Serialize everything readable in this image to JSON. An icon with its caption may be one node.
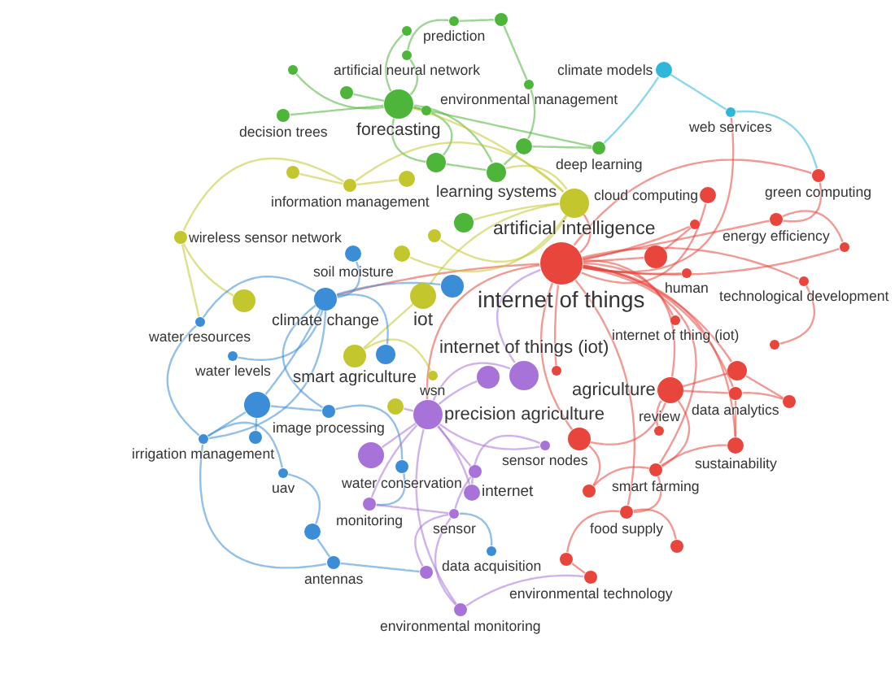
{
  "diagram": {
    "nodes": [
      {
        "text": [],
        "shape": "circle"
      },
      {
        "text": [],
        "shape": "circle"
      },
      {
        "text": [
          "prediction"
        ]
      },
      {
        "text": [],
        "shape": "circle"
      },
      {
        "text": [
          "artificial neural network"
        ]
      },
      {
        "text": [
          "climate models"
        ]
      },
      {
        "text": [],
        "shape": "circle"
      },
      {
        "text": [],
        "shape": "circle"
      },
      {
        "text": [
          "environmental management"
        ]
      },
      {
        "text": [
          "web services"
        ]
      },
      {
        "text": [
          "decision trees"
        ]
      },
      {
        "text": [
          "forecasting"
        ]
      },
      {
        "text": [],
        "shape": "circle"
      },
      {
        "text": [
          "deep learning"
        ]
      },
      {
        "text": [],
        "shape": "circle"
      },
      {
        "text": [],
        "shape": "circle"
      },
      {
        "text": [
          "learning systems"
        ]
      },
      {
        "text": [
          "cloud computing"
        ]
      },
      {
        "text": [
          "green computing"
        ]
      },
      {
        "text": [],
        "shape": "circle"
      },
      {
        "text": [
          "information management"
        ]
      },
      {
        "text": [],
        "shape": "circle"
      },
      {
        "text": [],
        "shape": "circle"
      },
      {
        "text": [
          "artificial intelligence"
        ]
      },
      {
        "text": [
          "energy efficiency"
        ]
      },
      {
        "text": [
          "wireless sensor network"
        ]
      },
      {
        "text": [],
        "shape": "circle"
      },
      {
        "text": [],
        "shape": "circle"
      },
      {
        "text": [],
        "shape": "circle"
      },
      {
        "text": [],
        "shape": "circle"
      },
      {
        "text": [
          "soil moisture"
        ]
      },
      {
        "text": [
          "internet of things"
        ]
      },
      {
        "text": [
          "human"
        ]
      },
      {
        "text": [],
        "shape": "circle"
      },
      {
        "text": [
          "technological development"
        ]
      },
      {
        "text": [],
        "shape": "circle"
      },
      {
        "text": [
          "climate change"
        ]
      },
      {
        "text": [
          "iot"
        ]
      },
      {
        "text": [],
        "shape": "circle"
      },
      {
        "text": [
          "internet of thing (iot)"
        ]
      },
      {
        "text": [
          "water resources"
        ]
      },
      {
        "text": [],
        "shape": "circle"
      },
      {
        "text": [
          "internet of things (iot)"
        ]
      },
      {
        "text": [],
        "shape": "circle"
      },
      {
        "text": [],
        "shape": "circle"
      },
      {
        "text": [],
        "shape": "circle"
      },
      {
        "text": [
          "water levels"
        ]
      },
      {
        "text": [
          "smart agriculture"
        ]
      },
      {
        "text": [
          "wsn"
        ]
      },
      {
        "text": [
          "agriculture"
        ]
      },
      {
        "text": [],
        "shape": "circle"
      },
      {
        "text": [],
        "shape": "circle"
      },
      {
        "text": [],
        "shape": "circle"
      },
      {
        "text": [
          "data analytics"
        ]
      },
      {
        "text": [
          "precision agriculture"
        ]
      },
      {
        "text": [
          "review"
        ]
      },
      {
        "text": [
          "image processing"
        ]
      },
      {
        "text": [],
        "shape": "circle"
      },
      {
        "text": [],
        "shape": "circle"
      },
      {
        "text": [],
        "shape": "circle"
      },
      {
        "text": [
          "irrigation management"
        ]
      },
      {
        "text": [
          "sensor nodes"
        ]
      },
      {
        "text": [
          "sustainability"
        ]
      },
      {
        "text": [],
        "shape": "circle"
      },
      {
        "text": [
          "water conservation"
        ]
      },
      {
        "text": [
          "smart farming"
        ]
      },
      {
        "text": [],
        "shape": "circle"
      },
      {
        "text": [
          "uav"
        ]
      },
      {
        "text": [
          "internet"
        ]
      },
      {
        "text": [
          "monitoring"
        ]
      },
      {
        "text": [
          "sensor"
        ]
      },
      {
        "text": [
          "food supply"
        ]
      },
      {
        "text": [],
        "shape": "circle"
      },
      {
        "text": [],
        "shape": "circle"
      },
      {
        "text": [],
        "shape": "circle"
      },
      {
        "text": [
          "data acquisition"
        ]
      },
      {
        "text": [],
        "shape": "circle"
      },
      {
        "text": [
          "antennas"
        ]
      },
      {
        "text": [
          "environmental technology"
        ]
      },
      {
        "text": [
          "environmental monitoring"
        ]
      }
    ],
    "edges": [
      {
        "from": 31,
        "to": 17,
        "arrow": "none",
        "color": "#e8453c"
      },
      {
        "from": 31,
        "to": 22,
        "arrow": "none",
        "color": "#e8453c"
      },
      {
        "from": 31,
        "to": 29,
        "arrow": "none",
        "color": "#e8453c"
      },
      {
        "from": 31,
        "to": 24,
        "arrow": "none",
        "color": "#e8453c"
      },
      {
        "from": 31,
        "to": 32,
        "arrow": "none",
        "color": "#e8453c"
      },
      {
        "from": 31,
        "to": 39,
        "arrow": "none",
        "color": "#e8453c"
      },
      {
        "from": 31,
        "to": 44,
        "arrow": "none",
        "color": "#e8453c"
      },
      {
        "from": 31,
        "to": 49,
        "arrow": "none",
        "color": "#e8453c"
      },
      {
        "from": 31,
        "to": 45,
        "arrow": "none",
        "color": "#e8453c"
      },
      {
        "from": 31,
        "to": 34,
        "arrow": "none",
        "color": "#e8453c"
      },
      {
        "from": 31,
        "to": 18,
        "arrow": "none",
        "color": "#e8453c"
      },
      {
        "from": 49,
        "to": 55,
        "arrow": "none",
        "color": "#e8453c"
      },
      {
        "from": 49,
        "to": 59,
        "arrow": "none",
        "color": "#e8453c"
      },
      {
        "from": 49,
        "to": 53,
        "arrow": "none",
        "color": "#e8453c"
      },
      {
        "from": 53,
        "to": 51,
        "arrow": "none",
        "color": "#e8453c"
      },
      {
        "from": 53,
        "to": 62,
        "arrow": "none",
        "color": "#e8453c"
      },
      {
        "from": 62,
        "to": 65,
        "arrow": "none",
        "color": "#e8453c"
      },
      {
        "from": 65,
        "to": 71,
        "arrow": "none",
        "color": "#e8453c"
      },
      {
        "from": 65,
        "to": 66,
        "arrow": "none",
        "color": "#e8453c"
      },
      {
        "from": 71,
        "to": 73,
        "arrow": "none",
        "color": "#e8453c"
      },
      {
        "from": 71,
        "to": 74,
        "arrow": "none",
        "color": "#e8453c"
      },
      {
        "from": 74,
        "to": 78,
        "arrow": "none",
        "color": "#e8453c"
      },
      {
        "from": 59,
        "to": 66,
        "arrow": "none",
        "color": "#e8453c"
      },
      {
        "from": 24,
        "to": 27,
        "arrow": "none",
        "color": "#e8453c"
      },
      {
        "from": 24,
        "to": 18,
        "arrow": "none",
        "color": "#e8453c"
      },
      {
        "from": 34,
        "to": 41,
        "arrow": "none",
        "color": "#e8453c"
      },
      {
        "from": 29,
        "to": 22,
        "arrow": "none",
        "color": "#e8453c"
      },
      {
        "from": 45,
        "to": 51,
        "arrow": "none",
        "color": "#e8453c"
      },
      {
        "from": 31,
        "to": 23,
        "arrow": "none",
        "color": "#e8453c"
      },
      {
        "from": 31,
        "to": 54,
        "arrow": "none",
        "color": "#e8453c"
      },
      {
        "from": 31,
        "to": 36,
        "arrow": "none",
        "color": "#e8453c"
      },
      {
        "from": 11,
        "to": 1,
        "arrow": "none",
        "color": "#4cb53a"
      },
      {
        "from": 11,
        "to": 3,
        "arrow": "none",
        "color": "#4cb53a"
      },
      {
        "from": 11,
        "to": 4,
        "arrow": "none",
        "color": "#4cb53a"
      },
      {
        "from": 11,
        "to": 6,
        "arrow": "none",
        "color": "#4cb53a"
      },
      {
        "from": 11,
        "to": 7,
        "arrow": "none",
        "color": "#4cb53a"
      },
      {
        "from": 11,
        "to": 10,
        "arrow": "none",
        "color": "#4cb53a"
      },
      {
        "from": 4,
        "to": 2,
        "arrow": "none",
        "color": "#4cb53a"
      },
      {
        "from": 2,
        "to": 0,
        "arrow": "none",
        "color": "#4cb53a"
      },
      {
        "from": 8,
        "to": 12,
        "arrow": "none",
        "color": "#4cb53a"
      },
      {
        "from": 12,
        "to": 13,
        "arrow": "none",
        "color": "#4cb53a"
      },
      {
        "from": 12,
        "to": 16,
        "arrow": "none",
        "color": "#4cb53a"
      },
      {
        "from": 16,
        "to": 15,
        "arrow": "none",
        "color": "#4cb53a"
      },
      {
        "from": 15,
        "to": 7,
        "arrow": "none",
        "color": "#4cb53a"
      },
      {
        "from": 11,
        "to": 15,
        "arrow": "none",
        "color": "#4cb53a"
      },
      {
        "from": 0,
        "to": 8,
        "arrow": "none",
        "color": "#4cb53a"
      },
      {
        "from": 5,
        "to": 9,
        "arrow": "none",
        "color": "#2eb7da"
      },
      {
        "from": 9,
        "to": 18,
        "arrow": "none",
        "color": "#2eb7da"
      },
      {
        "from": 5,
        "to": 13,
        "arrow": "none",
        "color": "#2eb7da"
      },
      {
        "from": 23,
        "to": 21,
        "arrow": "none",
        "color": "#c3c62c"
      },
      {
        "from": 23,
        "to": 26,
        "arrow": "none",
        "color": "#c3c62c"
      },
      {
        "from": 23,
        "to": 28,
        "arrow": "none",
        "color": "#c3c62c"
      },
      {
        "from": 23,
        "to": 37,
        "arrow": "none",
        "color": "#c3c62c"
      },
      {
        "from": 20,
        "to": 14,
        "arrow": "none",
        "color": "#c3c62c"
      },
      {
        "from": 20,
        "to": 19,
        "arrow": "none",
        "color": "#c3c62c"
      },
      {
        "from": 20,
        "to": 25,
        "arrow": "none",
        "color": "#c3c62c"
      },
      {
        "from": 25,
        "to": 35,
        "arrow": "none",
        "color": "#c3c62c"
      },
      {
        "from": 37,
        "to": 47,
        "arrow": "none",
        "color": "#c3c62c"
      },
      {
        "from": 47,
        "to": 48,
        "arrow": "none",
        "color": "#c3c62c"
      },
      {
        "from": 54,
        "to": 57,
        "arrow": "none",
        "color": "#a873d8"
      },
      {
        "from": 23,
        "to": 16,
        "arrow": "none",
        "color": "#c3c62c"
      },
      {
        "from": 36,
        "to": 30,
        "arrow": "none",
        "color": "#3a8dd6"
      },
      {
        "from": 36,
        "to": 40,
        "arrow": "none",
        "color": "#3a8dd6"
      },
      {
        "from": 36,
        "to": 46,
        "arrow": "none",
        "color": "#3a8dd6"
      },
      {
        "from": 36,
        "to": 43,
        "arrow": "none",
        "color": "#3a8dd6"
      },
      {
        "from": 36,
        "to": 50,
        "arrow": "none",
        "color": "#3a8dd6"
      },
      {
        "from": 50,
        "to": 56,
        "arrow": "none",
        "color": "#3a8dd6"
      },
      {
        "from": 50,
        "to": 58,
        "arrow": "none",
        "color": "#3a8dd6"
      },
      {
        "from": 50,
        "to": 60,
        "arrow": "none",
        "color": "#3a8dd6"
      },
      {
        "from": 60,
        "to": 67,
        "arrow": "none",
        "color": "#3a8dd6"
      },
      {
        "from": 67,
        "to": 72,
        "arrow": "none",
        "color": "#3a8dd6"
      },
      {
        "from": 72,
        "to": 77,
        "arrow": "none",
        "color": "#3a8dd6"
      },
      {
        "from": 77,
        "to": 76,
        "arrow": "none",
        "color": "#3a8dd6"
      },
      {
        "from": 56,
        "to": 64,
        "arrow": "none",
        "color": "#3a8dd6"
      },
      {
        "from": 64,
        "to": 69,
        "arrow": "none",
        "color": "#3a8dd6"
      },
      {
        "from": 36,
        "to": 33,
        "arrow": "none",
        "color": "#3a8dd6"
      },
      {
        "from": 75,
        "to": 70,
        "arrow": "none",
        "color": "#3a8dd6"
      },
      {
        "from": 54,
        "to": 38,
        "arrow": "none",
        "color": "#a873d8"
      },
      {
        "from": 54,
        "to": 42,
        "arrow": "none",
        "color": "#a873d8"
      },
      {
        "from": 54,
        "to": 52,
        "arrow": "none",
        "color": "#a873d8"
      },
      {
        "from": 54,
        "to": 61,
        "arrow": "none",
        "color": "#a873d8"
      },
      {
        "from": 54,
        "to": 63,
        "arrow": "none",
        "color": "#a873d8"
      },
      {
        "from": 54,
        "to": 68,
        "arrow": "none",
        "color": "#a873d8"
      },
      {
        "from": 63,
        "to": 70,
        "arrow": "none",
        "color": "#a873d8"
      },
      {
        "from": 70,
        "to": 69,
        "arrow": "none",
        "color": "#a873d8"
      },
      {
        "from": 70,
        "to": 79,
        "arrow": "none",
        "color": "#a873d8"
      },
      {
        "from": 61,
        "to": 68,
        "arrow": "none",
        "color": "#a873d8"
      },
      {
        "from": 42,
        "to": 31,
        "arrow": "none",
        "color": "#a873d8"
      },
      {
        "from": 79,
        "to": 78,
        "arrow": "none",
        "color": "#a873d8"
      },
      {
        "from": 70,
        "to": 76,
        "arrow": "none",
        "color": "#a873d8"
      },
      {
        "from": 40,
        "to": 60,
        "arrow": "none",
        "color": "#3a8dd6"
      },
      {
        "from": 60,
        "to": 77,
        "arrow": "none",
        "color": "#3a8dd6"
      },
      {
        "from": 25,
        "to": 40,
        "arrow": "none",
        "color": "#c3c62c"
      },
      {
        "from": 31,
        "to": 62,
        "arrow": "none",
        "color": "#e8453c"
      },
      {
        "from": 31,
        "to": 65,
        "arrow": "none",
        "color": "#e8453c"
      },
      {
        "from": 31,
        "to": 59,
        "arrow": "none",
        "color": "#e8453c"
      },
      {
        "from": 31,
        "to": 53,
        "arrow": "none",
        "color": "#e8453c"
      },
      {
        "from": 31,
        "to": 71,
        "arrow": "none",
        "color": "#e8453c"
      },
      {
        "from": 49,
        "to": 45,
        "arrow": "none",
        "color": "#e8453c"
      },
      {
        "from": 49,
        "to": 65,
        "arrow": "none",
        "color": "#e8453c"
      },
      {
        "from": 11,
        "to": 16,
        "arrow": "none",
        "color": "#4cb53a"
      },
      {
        "from": 11,
        "to": 13,
        "arrow": "none",
        "color": "#4cb53a"
      },
      {
        "from": 23,
        "to": 20,
        "arrow": "none",
        "color": "#c3c62c"
      },
      {
        "from": 54,
        "to": 69,
        "arrow": "none",
        "color": "#a873d8"
      },
      {
        "from": 54,
        "to": 79,
        "arrow": "none",
        "color": "#a873d8"
      },
      {
        "from": 36,
        "to": 60,
        "arrow": "none",
        "color": "#3a8dd6"
      },
      {
        "from": 36,
        "to": 56,
        "arrow": "none",
        "color": "#3a8dd6"
      },
      {
        "from": 23,
        "to": 11,
        "arrow": "none",
        "color": "#c3c62c"
      },
      {
        "from": 31,
        "to": 9,
        "arrow": "none",
        "color": "#e8453c"
      },
      {
        "from": 31,
        "to": 27,
        "arrow": "none",
        "color": "#e8453c"
      }
    ]
  }
}
